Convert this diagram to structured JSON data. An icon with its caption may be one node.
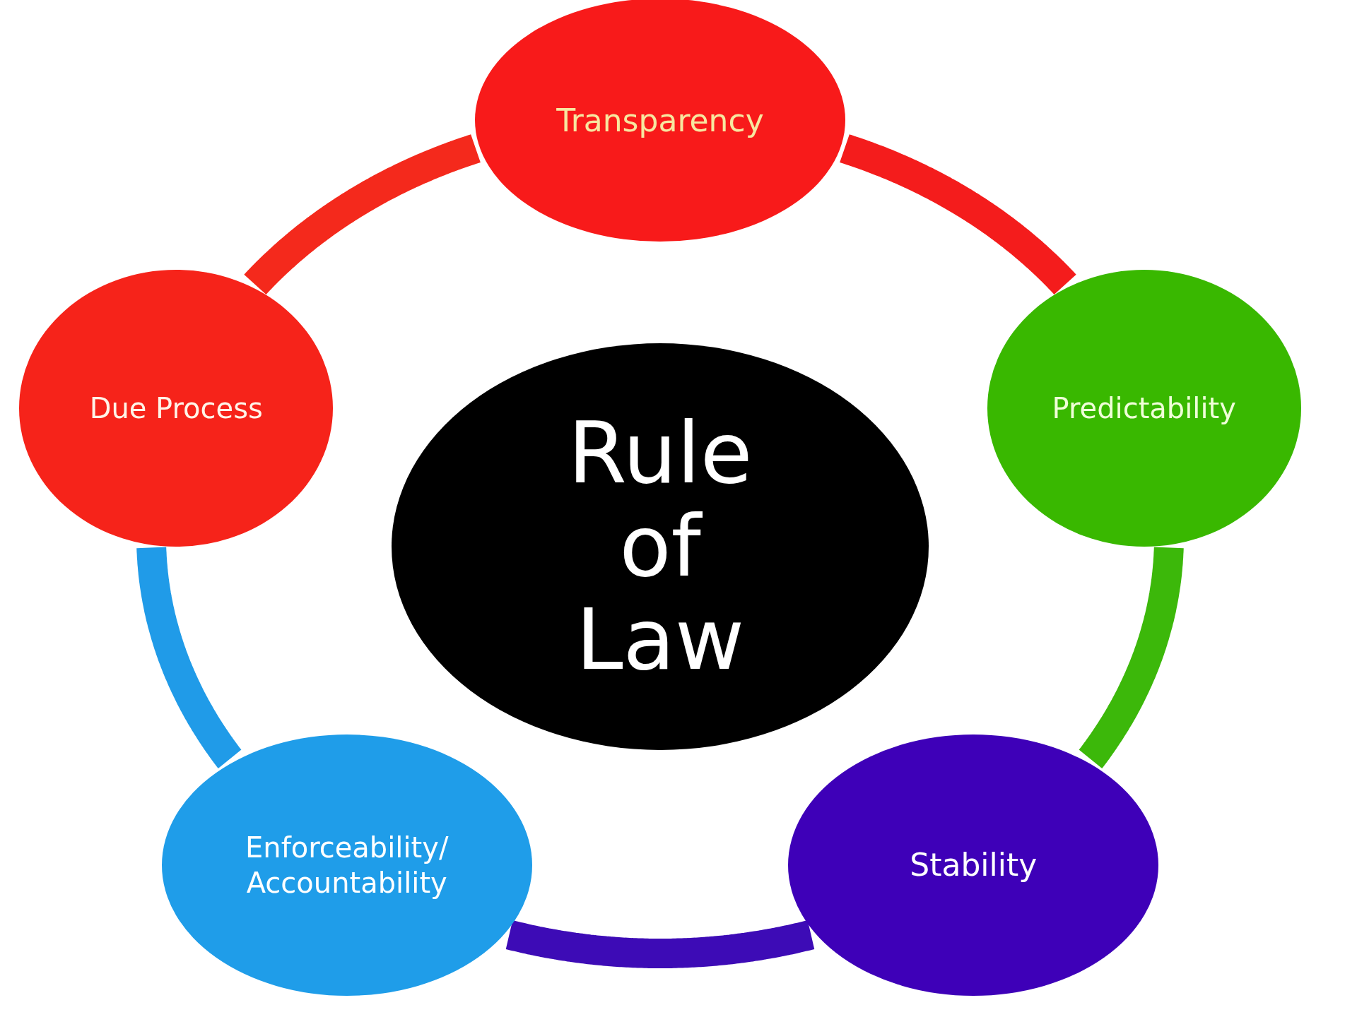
{
  "diagram": {
    "nodes": [
      {
        "text": [
          "Transparency"
        ]
      },
      {
        "text": [
          "Due Process"
        ]
      },
      {
        "text": [
          "Rule of Law"
        ]
      },
      {
        "text": [
          "Predictability"
        ]
      },
      {
        "text": [
          "Enforceability/ Accountability"
        ]
      },
      {
        "text": [
          "Stability"
        ]
      }
    ],
    "edges": [
      {
        "from": 0,
        "to": 3,
        "arrow": "none",
        "color": "#f41c1c"
      },
      {
        "from": 3,
        "to": 5,
        "arrow": "none",
        "color": "#3cb80a"
      },
      {
        "from": 5,
        "to": 4,
        "arrow": "none",
        "color": "#3d0bb6"
      },
      {
        "from": 4,
        "to": 1,
        "arrow": "none",
        "color": "#209be8"
      },
      {
        "from": 1,
        "to": 0,
        "arrow": "none",
        "color": "#f4291c"
      }
    ]
  }
}
